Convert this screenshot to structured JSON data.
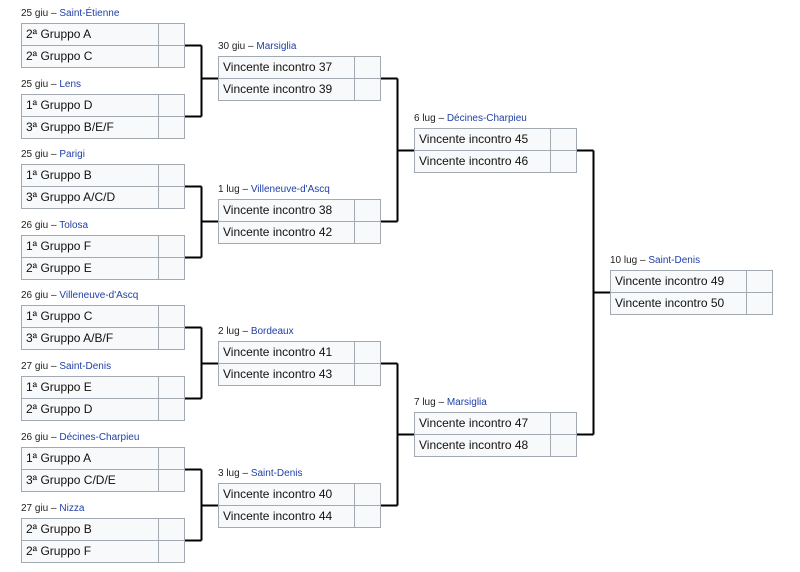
{
  "rounds": [
    {
      "matches": [
        {
          "date": "25 giu",
          "venue": "Saint-Étienne",
          "teams": [
            "2ª Gruppo A",
            "2ª Gruppo C"
          ]
        },
        {
          "date": "25 giu",
          "venue": "Lens",
          "teams": [
            "1ª Gruppo D",
            "3ª Gruppo B/E/F"
          ]
        },
        {
          "date": "25 giu",
          "venue": "Parigi",
          "teams": [
            "1ª Gruppo B",
            "3ª Gruppo A/C/D"
          ]
        },
        {
          "date": "26 giu",
          "venue": "Tolosa",
          "teams": [
            "1ª Gruppo F",
            "2ª Gruppo E"
          ]
        },
        {
          "date": "26 giu",
          "venue": "Villeneuve-d'Ascq",
          "teams": [
            "1ª Gruppo C",
            "3ª Gruppo A/B/F"
          ]
        },
        {
          "date": "27 giu",
          "venue": "Saint-Denis",
          "teams": [
            "1ª Gruppo E",
            "2ª Gruppo D"
          ]
        },
        {
          "date": "26 giu",
          "venue": "Décines-Charpieu",
          "teams": [
            "1ª Gruppo A",
            "3ª Gruppo C/D/E"
          ]
        },
        {
          "date": "27 giu",
          "venue": "Nizza",
          "teams": [
            "2ª Gruppo B",
            "2ª Gruppo F"
          ]
        }
      ]
    },
    {
      "matches": [
        {
          "date": "30 giu",
          "venue": "Marsiglia",
          "teams": [
            "Vincente incontro 37",
            "Vincente incontro 39"
          ]
        },
        {
          "date": "1 lug",
          "venue": "Villeneuve-d'Ascq",
          "teams": [
            "Vincente incontro 38",
            "Vincente incontro 42"
          ]
        },
        {
          "date": "2 lug",
          "venue": "Bordeaux",
          "teams": [
            "Vincente incontro 41",
            "Vincente incontro 43"
          ]
        },
        {
          "date": "3 lug",
          "venue": "Saint-Denis",
          "teams": [
            "Vincente incontro 40",
            "Vincente incontro 44"
          ]
        }
      ]
    },
    {
      "matches": [
        {
          "date": "6 lug",
          "venue": "Décines-Charpieu",
          "teams": [
            "Vincente incontro 45",
            "Vincente incontro 46"
          ]
        },
        {
          "date": "7 lug",
          "venue": "Marsiglia",
          "teams": [
            "Vincente incontro 47",
            "Vincente incontro 48"
          ]
        }
      ]
    },
    {
      "matches": [
        {
          "date": "10 lug",
          "venue": "Saint-Denis",
          "teams": [
            "Vincente incontro 49",
            "Vincente incontro 50"
          ]
        }
      ]
    }
  ],
  "separator": " – "
}
